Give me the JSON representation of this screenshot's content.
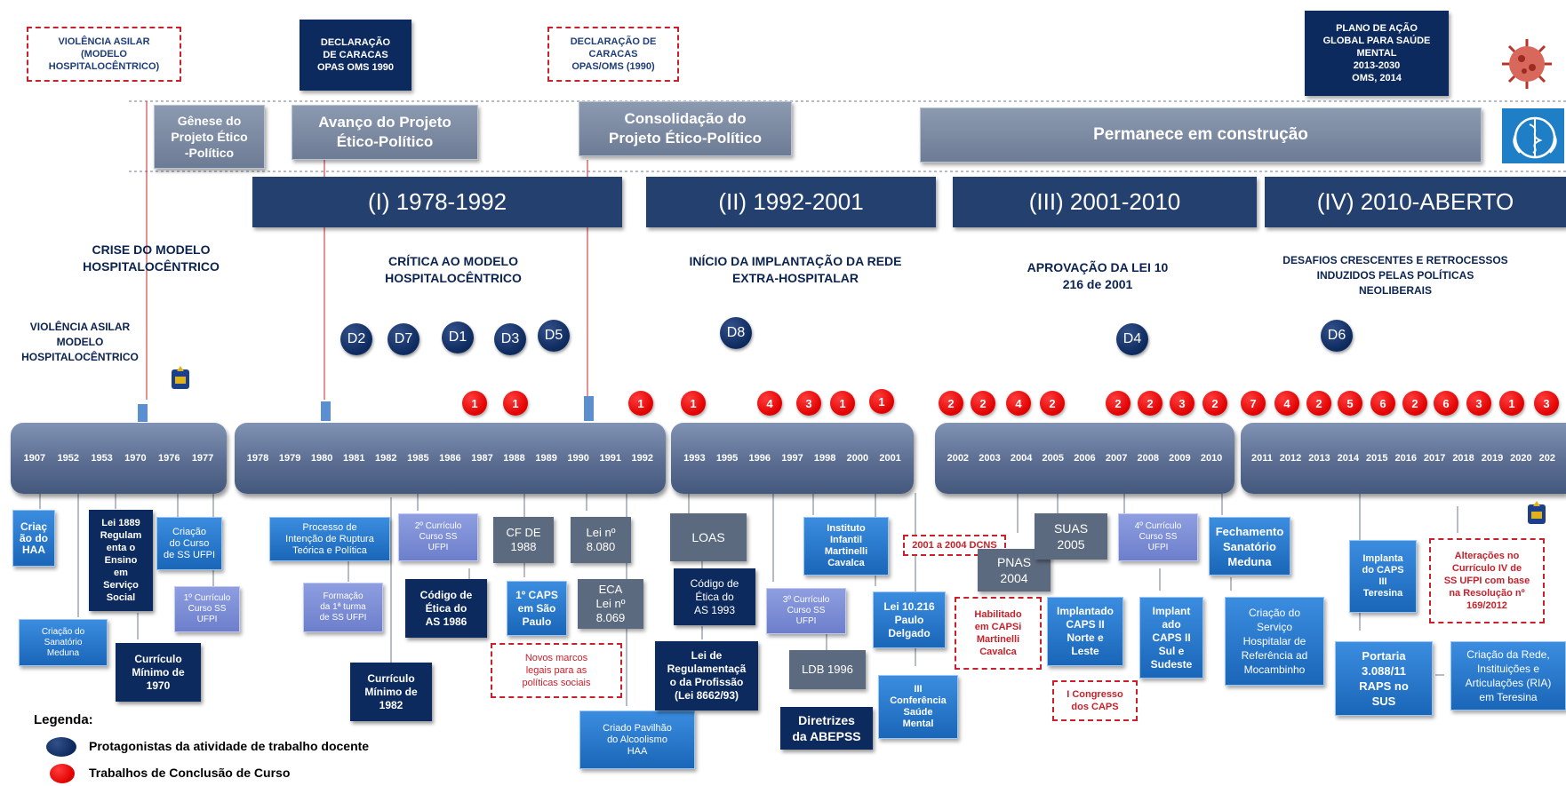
{
  "top_notes": {
    "violencia_asilar": "VIOLÊNCIA ASILAR\n(MODELO\nHOSPITALOCÊNTRICO)",
    "declaracao_caracas_box": "DECLARAÇÃO\nDE CARACAS\nOPAS OMS 1990",
    "declaracao_caracas_dashed": "DECLARAÇÃO DE\nCARACAS\nOPAS/OMS (1990)",
    "plano_acao": "PLANO DE AÇÃO\nGLOBAL PARA SAÚDE\nMENTAL\n2013-2030\nOMS, 2014"
  },
  "phases": {
    "genese": "Gênese do\nProjeto Ético\n-Político",
    "avanco": "Avanço do Projeto\nÉtico-Político",
    "consolidacao": "Consolidação do\nProjeto Ético-Político",
    "permanece": "Permanece em construção"
  },
  "periods": [
    "(I) 1978-1992",
    "(II) 1992-2001",
    "(III) 2001-2010",
    "(IV) 2010-ABERTO"
  ],
  "headings": {
    "crise": "CRISE DO MODELO\nHOSPITALOCÊNTRICO",
    "critica": "CRÍTICA AO MODELO\nHOSPITALOCÊNTRICO",
    "inicio": "INÍCIO DA IMPLANTAÇÃO DA REDE\nEXTRA-HOSPITALAR",
    "aprovacao": "APROVAÇÃO DA LEI 10\n216 de 2001",
    "desafios": "DESAFIOS CRESCENTES E RETROCESSOS\nINDUZIDOS PELAS POLÍTICAS\nNEOLIBERAIS",
    "violencia_left": "VIOLÊNCIA ASILAR\nMODELO\nHOSPITALOCÊNTRICO"
  },
  "docentes": [
    "D2",
    "D7",
    "D1",
    "D3",
    "D5",
    "D8",
    "D4",
    "D6"
  ],
  "tcc_counts": [
    "1",
    "1",
    "1",
    "1",
    "4",
    "3",
    "1",
    "1",
    "2",
    "2",
    "4",
    "2",
    "2",
    "2",
    "3",
    "2",
    "7",
    "4",
    "2",
    "5",
    "6",
    "2",
    "6",
    "3",
    "1",
    "3"
  ],
  "timeline": {
    "seg1": [
      "1907",
      "1952",
      "1953",
      "1970",
      "1976",
      "1977"
    ],
    "seg2": [
      "1978",
      "1979",
      "1980",
      "1981",
      "1982",
      "1985",
      "1986",
      "1987",
      "1988",
      "1989",
      "1990",
      "1991",
      "1992"
    ],
    "seg3": [
      "1993",
      "1995",
      "1996",
      "1997",
      "1998",
      "2000",
      "2001"
    ],
    "seg4": [
      "2002",
      "2003",
      "2004",
      "2005",
      "2006",
      "2007",
      "2008",
      "2009",
      "2010"
    ],
    "seg5": [
      "2011",
      "2012",
      "2013",
      "2014",
      "2015",
      "2016",
      "2017",
      "2018",
      "2019",
      "2020",
      "202"
    ]
  },
  "events": {
    "criacao_haa": "Criaç\não do\nHAA",
    "lei_1889": "Lei 1889\nRegulam\nenta o\nEnsino\nem\nServiço\nSocial",
    "criacao_curso": "Criação\ndo Curso\nde SS UFPI",
    "primeiro_curriculo": "1º Currículo\nCurso SS\nUFPI",
    "sanatorio_meduna": "Criação do\nSanatório\nMeduna",
    "curriculo_1970": "Currículo\nMínimo de\n1970",
    "processo_ruptura": "Processo de\nIntenção de Ruptura\nTeórica e Política",
    "formacao_turma": "Formação\nda 1ª turma\nde SS UFPI",
    "curriculo_1982": "Currículo\nMínimo de\n1982",
    "segundo_curriculo": "2º Currículo\nCurso SS\nUFPI",
    "codigo_1986": "Código de\nÉtica do\nAS 1986",
    "cf_1988": "CF DE\n1988",
    "primeiro_caps": "1º CAPS\nem São\nPaulo",
    "lei_8080": "Lei nº\n8.080",
    "eca": "ECA\nLei nº\n8.069",
    "novos_marcos": "Novos marcos\nlegais para as\npolíticas sociais",
    "pavilhao": "Criado Pavilhão\ndo Alcoolismo\nHAA",
    "loas": "LOAS",
    "codigo_1993": "Código de\nÉtica do\nAS 1993",
    "lei_regulamentacao": "Lei de\nRegulamentaçã\no da Profissão\n(Lei 8662/93)",
    "terceiro_curriculo": "3º Currículo\nCurso SS\nUFPI",
    "instituto_martinelli": "Instituto\nInfantil\nMartinelli\nCavalca",
    "ldb": "LDB 1996",
    "diretrizes": "Diretrizes\nda ABEPSS",
    "lei_10216": "Lei 10.216\nPaulo\nDelgado",
    "iii_conferencia": "III\nConferência\nSaúde\nMental",
    "dcns": "2001 a 2004 DCNS",
    "habilitado_capsi": "Habilitado\nem CAPSi\nMartinelli\nCavalca",
    "pnas": "PNAS\n2004",
    "suas": "SUAS\n2005",
    "caps_ii_norte": "Implantado\nCAPS II\nNorte e\nLeste",
    "congresso_caps": "I Congresso\ndos CAPS",
    "quarto_curriculo": "4º Currículo\nCurso SS\nUFPI",
    "caps_ii_sul": "Implant\nado\nCAPS II\nSul e\nSudeste",
    "fechamento": "Fechamento\nSanatório\nMeduna",
    "servico_hospitalar": "Criação do\nServiço\nHospitalar de\nReferência ad\nMocambinho",
    "caps_iii": "Implanta\ndo CAPS\nIII\nTeresina",
    "portaria": "Portaria\n3.088/11\nRAPS no\nSUS",
    "alteracoes": "Alterações no\nCurrículo IV de\nSS UFPI com base\nna Resolução nº\n169/2012",
    "criacao_rede": "Criação da Rede,\nInstituições e\nArticulações (RIA)\nem Teresina"
  },
  "legend": {
    "title": "Legenda:",
    "docentes": "Protagonistas da atividade de trabalho docente",
    "tcc": "Trabalhos de Conclusão de Curso"
  },
  "colors": {
    "navy": "#0d2a5e",
    "period_bar": "#24406f",
    "tcc_red": "#e00000",
    "dashed_red": "#c8212b",
    "event_blue": "#1a66b8"
  }
}
